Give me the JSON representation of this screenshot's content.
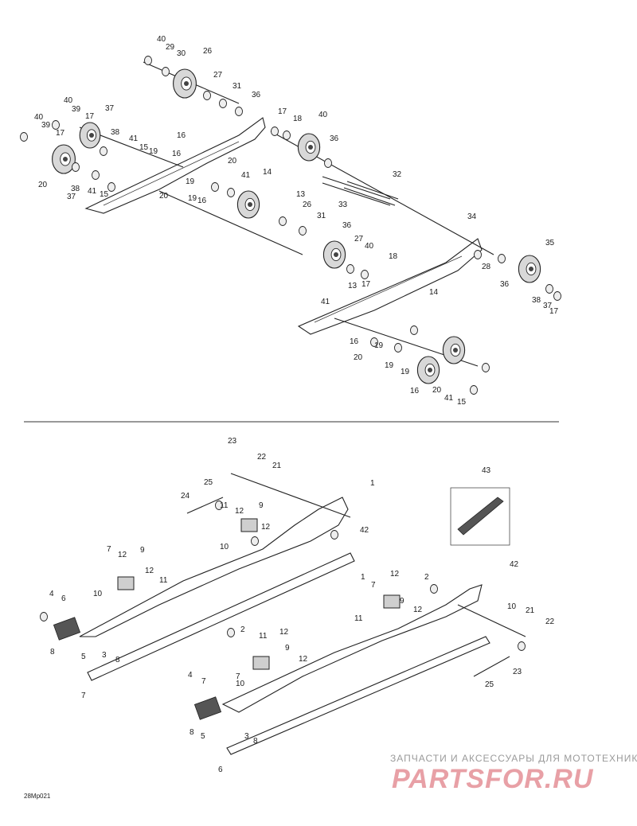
{
  "diagram_code": "28Mp021",
  "watermark": {
    "line": "ЗАПЧАСТИ И АКСЕССУАРЫ ДЛЯ МОТОТЕХНИКИ",
    "logo": "PARTSFOR.RU"
  },
  "upper_callouts": [
    "40",
    "29",
    "30",
    "26",
    "27",
    "31",
    "36",
    "40",
    "39",
    "37",
    "17",
    "40",
    "39",
    "17",
    "38",
    "41",
    "15",
    "16",
    "19",
    "20",
    "37",
    "38",
    "41",
    "15",
    "16",
    "20",
    "19",
    "19",
    "16",
    "20",
    "41",
    "14",
    "13",
    "17",
    "18",
    "40",
    "36",
    "32",
    "33",
    "34",
    "35",
    "28",
    "36",
    "26",
    "31",
    "36",
    "27",
    "40",
    "18",
    "17",
    "13",
    "14",
    "41",
    "16",
    "20",
    "19",
    "19",
    "19",
    "16",
    "20",
    "41",
    "15",
    "38",
    "37",
    "17",
    "39",
    "40",
    "30",
    "29",
    "40"
  ],
  "lower_callouts": [
    "23",
    "22",
    "21",
    "1",
    "25",
    "24",
    "11",
    "12",
    "9",
    "12",
    "42",
    "10",
    "43",
    "7",
    "12",
    "9",
    "12",
    "11",
    "10",
    "4",
    "6",
    "8",
    "5",
    "3",
    "8",
    "7",
    "2",
    "11",
    "12",
    "9",
    "12",
    "7",
    "10",
    "4",
    "7",
    "8",
    "5",
    "3",
    "8",
    "6",
    "2",
    "42",
    "1",
    "7",
    "12",
    "9",
    "12",
    "11",
    "10",
    "21",
    "22",
    "23",
    "25",
    "24"
  ]
}
